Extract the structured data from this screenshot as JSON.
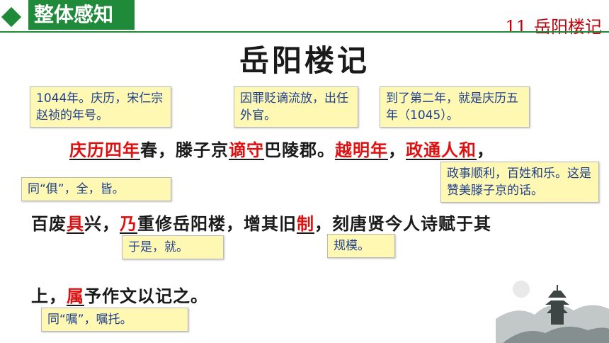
{
  "header": {
    "section": "整体感知",
    "lesson_number": "11",
    "lesson_name": "岳阳楼记"
  },
  "title": "岳阳楼记",
  "notes": {
    "qingli": "1044年。庆历，宋仁宗赵祯的年号。",
    "zhe": "因罪贬谪流放，出任外官。",
    "yueming": "到了第二年，就是庆历五年（1045）。",
    "ju": "同“俱”，全，皆。",
    "zhengtong": "政事顺利，百姓和乐。这是赞美滕子京的话。",
    "nai": "于是，就。",
    "zhi": "规模。",
    "zhu": "同“嘱”，嘱托。"
  },
  "line1": {
    "k1": "庆历四年",
    "t1": "春，滕子京",
    "k2": "谪守",
    "t2": "巴陵郡。",
    "k3": "越明年",
    "t3": "，",
    "k4": "政通人和",
    "t4": "，"
  },
  "line2": {
    "t1": "百废",
    "k1": "具",
    "t2": "兴，",
    "k2": "乃",
    "t3": "重修岳阳楼，增其旧",
    "k3": "制",
    "t4": "，刻唐贤今人诗赋于其"
  },
  "line3": {
    "t1": "上，",
    "k1": "属",
    "t2": "予作文以记之。"
  },
  "colors": {
    "green": "#1f8a3a",
    "red": "#e01010",
    "note_bg": "#fff8b3",
    "note_text": "#1d3f8f"
  }
}
